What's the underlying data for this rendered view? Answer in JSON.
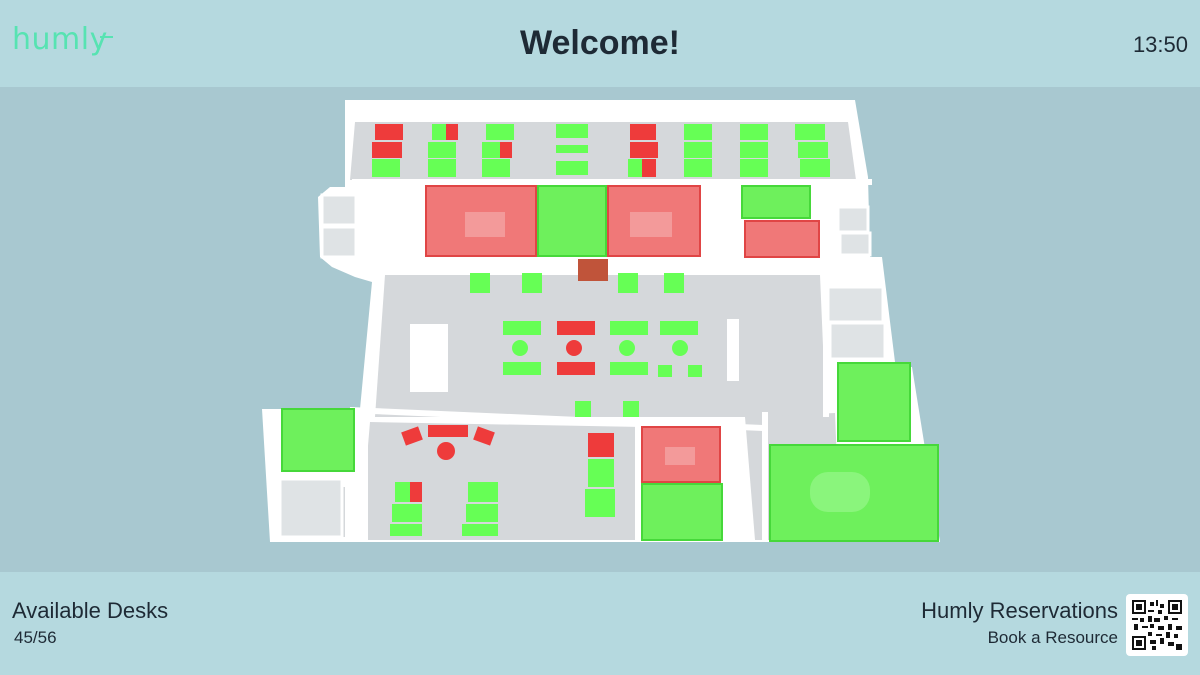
{
  "header": {
    "logo_text": "humly",
    "title": "Welcome!",
    "clock": "13:50"
  },
  "floor_plan": {
    "colors": {
      "available": "#66ff55",
      "occupied": "#ee3b3b",
      "wall": "#ffffff",
      "floor": "#d6d9dc"
    }
  },
  "footer": {
    "available_label": "Available Desks",
    "available_count": "45/56",
    "reservations_title": "Humly Reservations",
    "reservations_sub": "Book a Resource",
    "qr_icon": "qr-code-icon"
  }
}
